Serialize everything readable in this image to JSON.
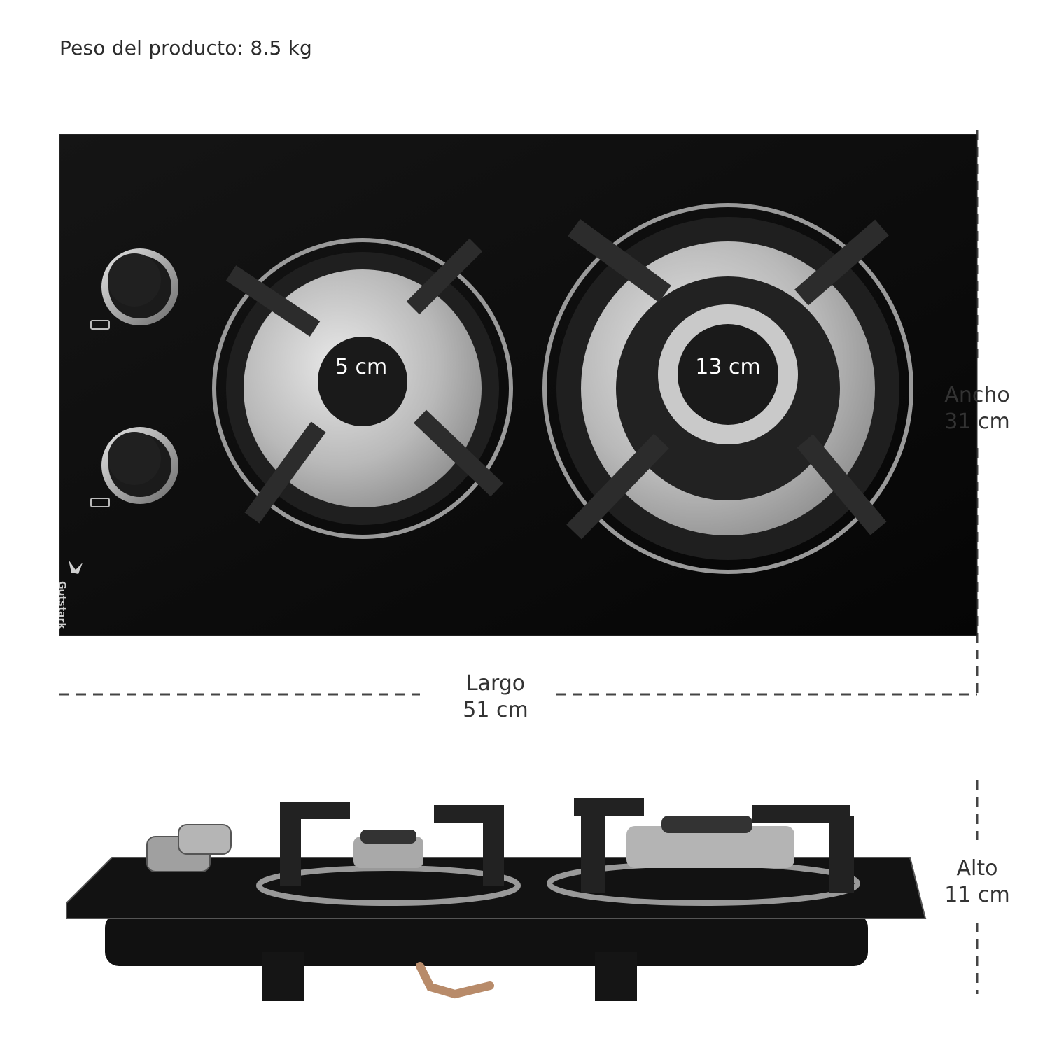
{
  "weight_text": "Peso del producto: 8.5 kg",
  "dimensions": {
    "width": {
      "label": "Ancho",
      "value": "31 cm"
    },
    "length": {
      "label": "Largo",
      "value": "51 cm"
    },
    "height": {
      "label": "Alto",
      "value": "11 cm"
    }
  },
  "burners": {
    "small": "5 cm",
    "large": "13 cm"
  },
  "brand": "Gutstark",
  "colors": {
    "glass": "#0a0a0a",
    "grate": "#2a2a2a",
    "steel": "#c8c8c8",
    "dash": "#444444"
  }
}
